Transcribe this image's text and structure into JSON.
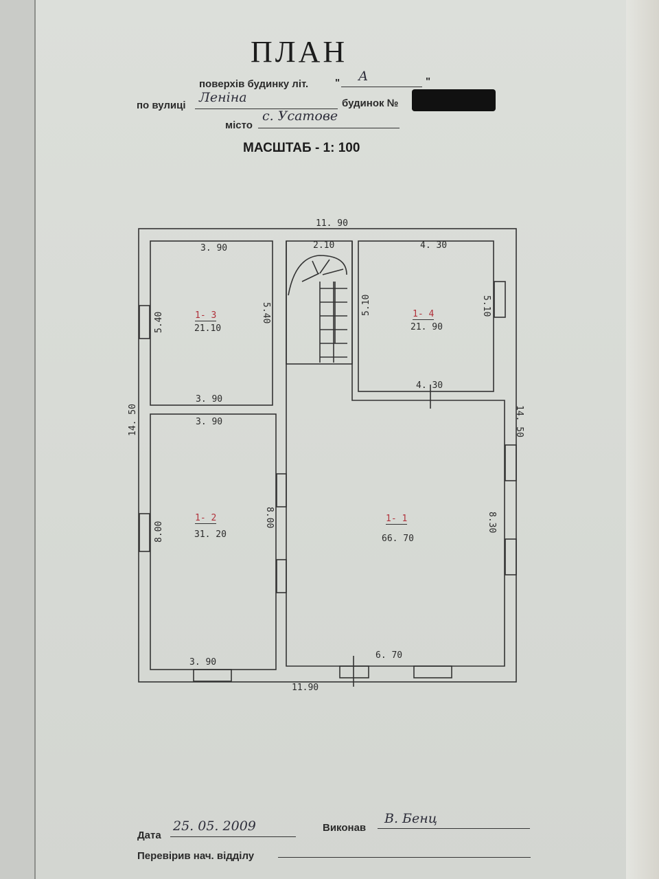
{
  "header": {
    "title": "ПЛАН",
    "floors_label": "поверхів будинку літ.",
    "floors_value": "А",
    "street_label": "по вулиці",
    "street_value": "Леніна",
    "house_label": "будинок №",
    "city_label": "місто",
    "city_value": "с. Усатове",
    "scale": "МАСШТАБ - 1: 100"
  },
  "plan": {
    "outer_top": "11. 90",
    "outer_bottom": "11.90",
    "outer_left": "14. 50",
    "outer_right": "14. 50",
    "rooms": [
      {
        "id": "1- 1",
        "area": "66. 70",
        "dims": [
          "6. 70",
          "8.30"
        ]
      },
      {
        "id": "1- 2",
        "area": "31. 20",
        "dims": [
          "3. 90",
          "8.00",
          "8.00",
          "3. 90"
        ]
      },
      {
        "id": "1- 3",
        "area": "21.10",
        "dims": [
          "3. 90",
          "5.40",
          "5.40",
          "3. 90"
        ]
      },
      {
        "id": "1- 4",
        "area": "21. 90",
        "dims": [
          "4. 30",
          "5.10",
          "5.10",
          "4. 30"
        ]
      }
    ],
    "stair_width": "2.10"
  },
  "footer": {
    "date_label": "Дата",
    "date_value": "25. 05. 2009",
    "executor_label": "Виконав",
    "executor_value": "В. Бенц",
    "checked_label": "Перевірив нач. відділу"
  }
}
